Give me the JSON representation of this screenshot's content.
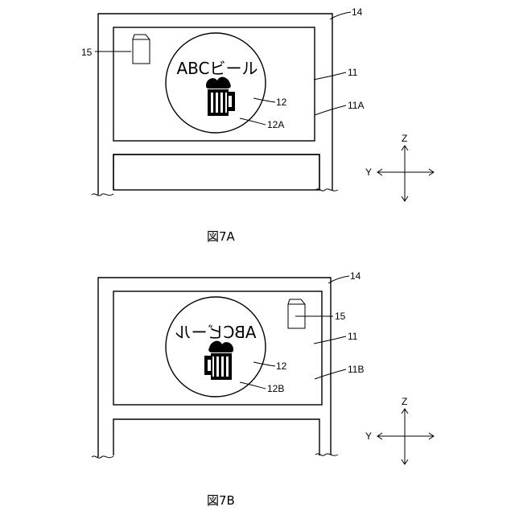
{
  "figures": [
    {
      "caption": "図7A",
      "brand_text": "ABCビール",
      "brand_mirrored": false,
      "refs": {
        "frame": "14",
        "sticker": "15",
        "panel": "11",
        "panel_face": "11A",
        "logo": "12",
        "logo_face": "12A"
      },
      "axes": {
        "vertical": "Z",
        "horizontal": "Y"
      }
    },
    {
      "caption": "図7B",
      "brand_text": "ABCビール",
      "brand_mirrored": true,
      "refs": {
        "frame": "14",
        "sticker": "15",
        "panel": "11",
        "panel_face": "11B",
        "logo": "12",
        "logo_face": "12B"
      },
      "axes": {
        "vertical": "Z",
        "horizontal": "Y"
      }
    }
  ],
  "icons": {
    "logo": "beer-mug-icon",
    "sticker": "can-icon",
    "axes": "axis-arrows-icon"
  },
  "colors": {
    "line": "#000000",
    "background": "#ffffff"
  }
}
